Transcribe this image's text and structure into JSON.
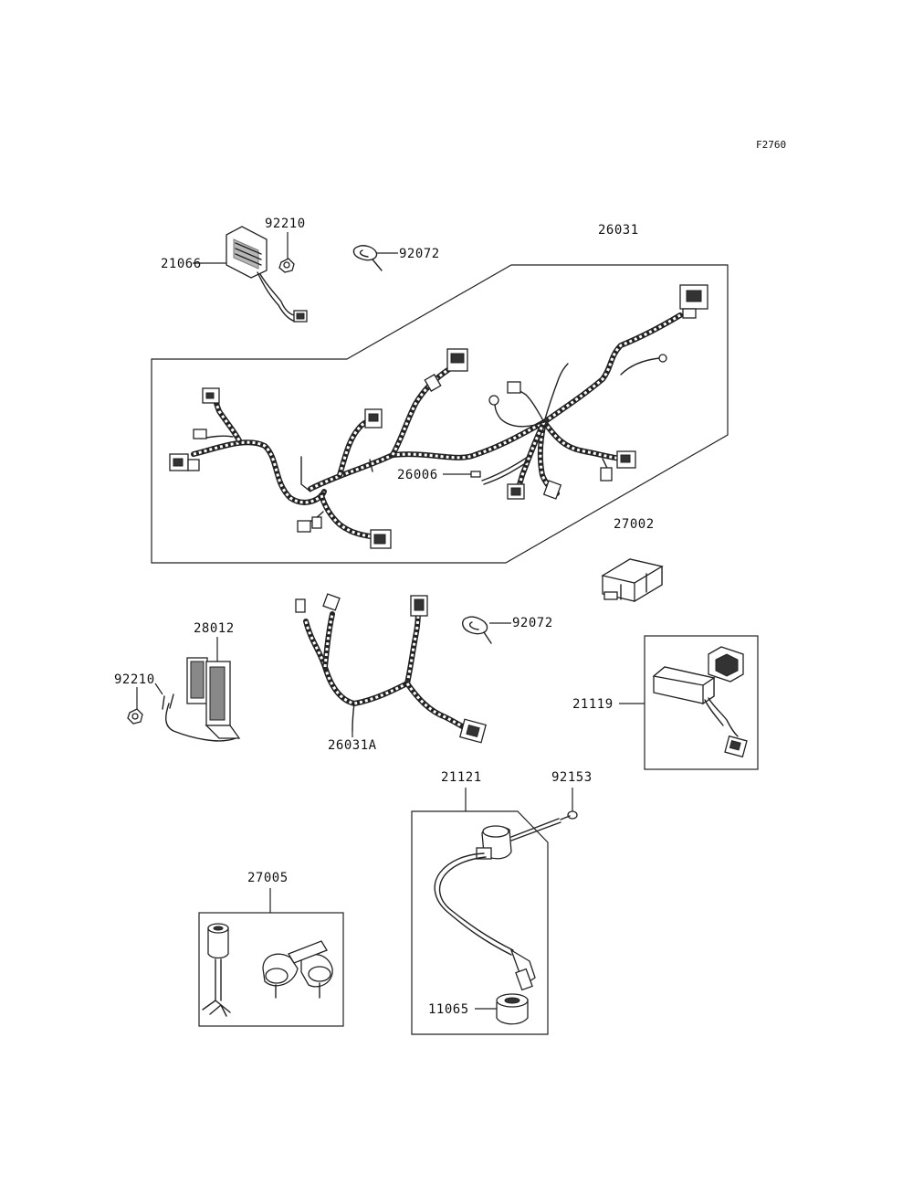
{
  "figure_code": "F2760",
  "parts": {
    "regulator": "21066",
    "nut_top": "92210",
    "clamp_top": "92072",
    "main_harness": "26031",
    "fuse": "26006",
    "relay": "27002",
    "clamp_mid": "92072",
    "sub_harness": "26031A",
    "unit_28012": "28012",
    "nut_mid": "92210",
    "cdi": "21119",
    "ignition_coil": "21121",
    "screw": "92153",
    "horn_set": "27005",
    "plug_cap": "11065"
  }
}
